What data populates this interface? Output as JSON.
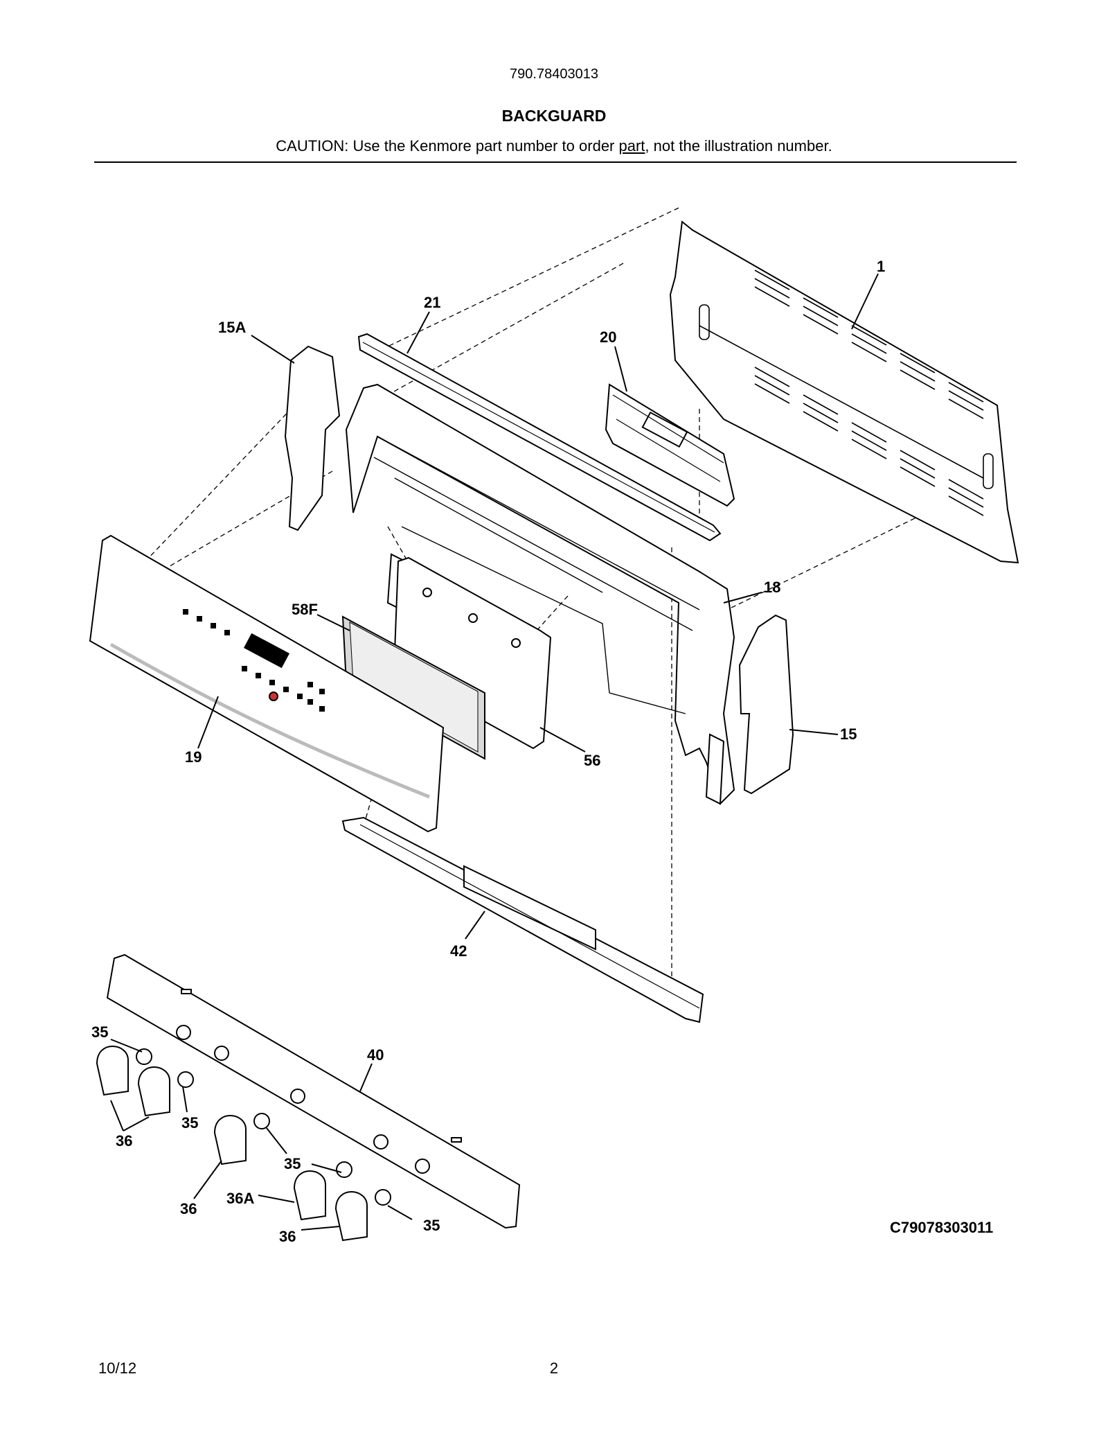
{
  "header": {
    "model_number": "790.78403013",
    "title": "BACKGUARD",
    "caution_before": "CAUTION: Use the Kenmore part number to order ",
    "caution_underlined": "part",
    "caution_after": ", not the illustration number."
  },
  "diagram": {
    "callouts": {
      "c1": "1",
      "c21": "21",
      "c15a": "15A",
      "c20": "20",
      "c18": "18",
      "c58f": "58F",
      "c19": "19",
      "c56": "56",
      "c15": "15",
      "c42": "42",
      "c35a": "35",
      "c40": "40",
      "c35b": "35",
      "c36a": "36",
      "c35c": "35",
      "c36b": "36",
      "c36A": "36A",
      "c35d": "35",
      "c36c": "36"
    },
    "drawing_code": "C79078303011"
  },
  "footer": {
    "date": "10/12",
    "page": "2"
  }
}
